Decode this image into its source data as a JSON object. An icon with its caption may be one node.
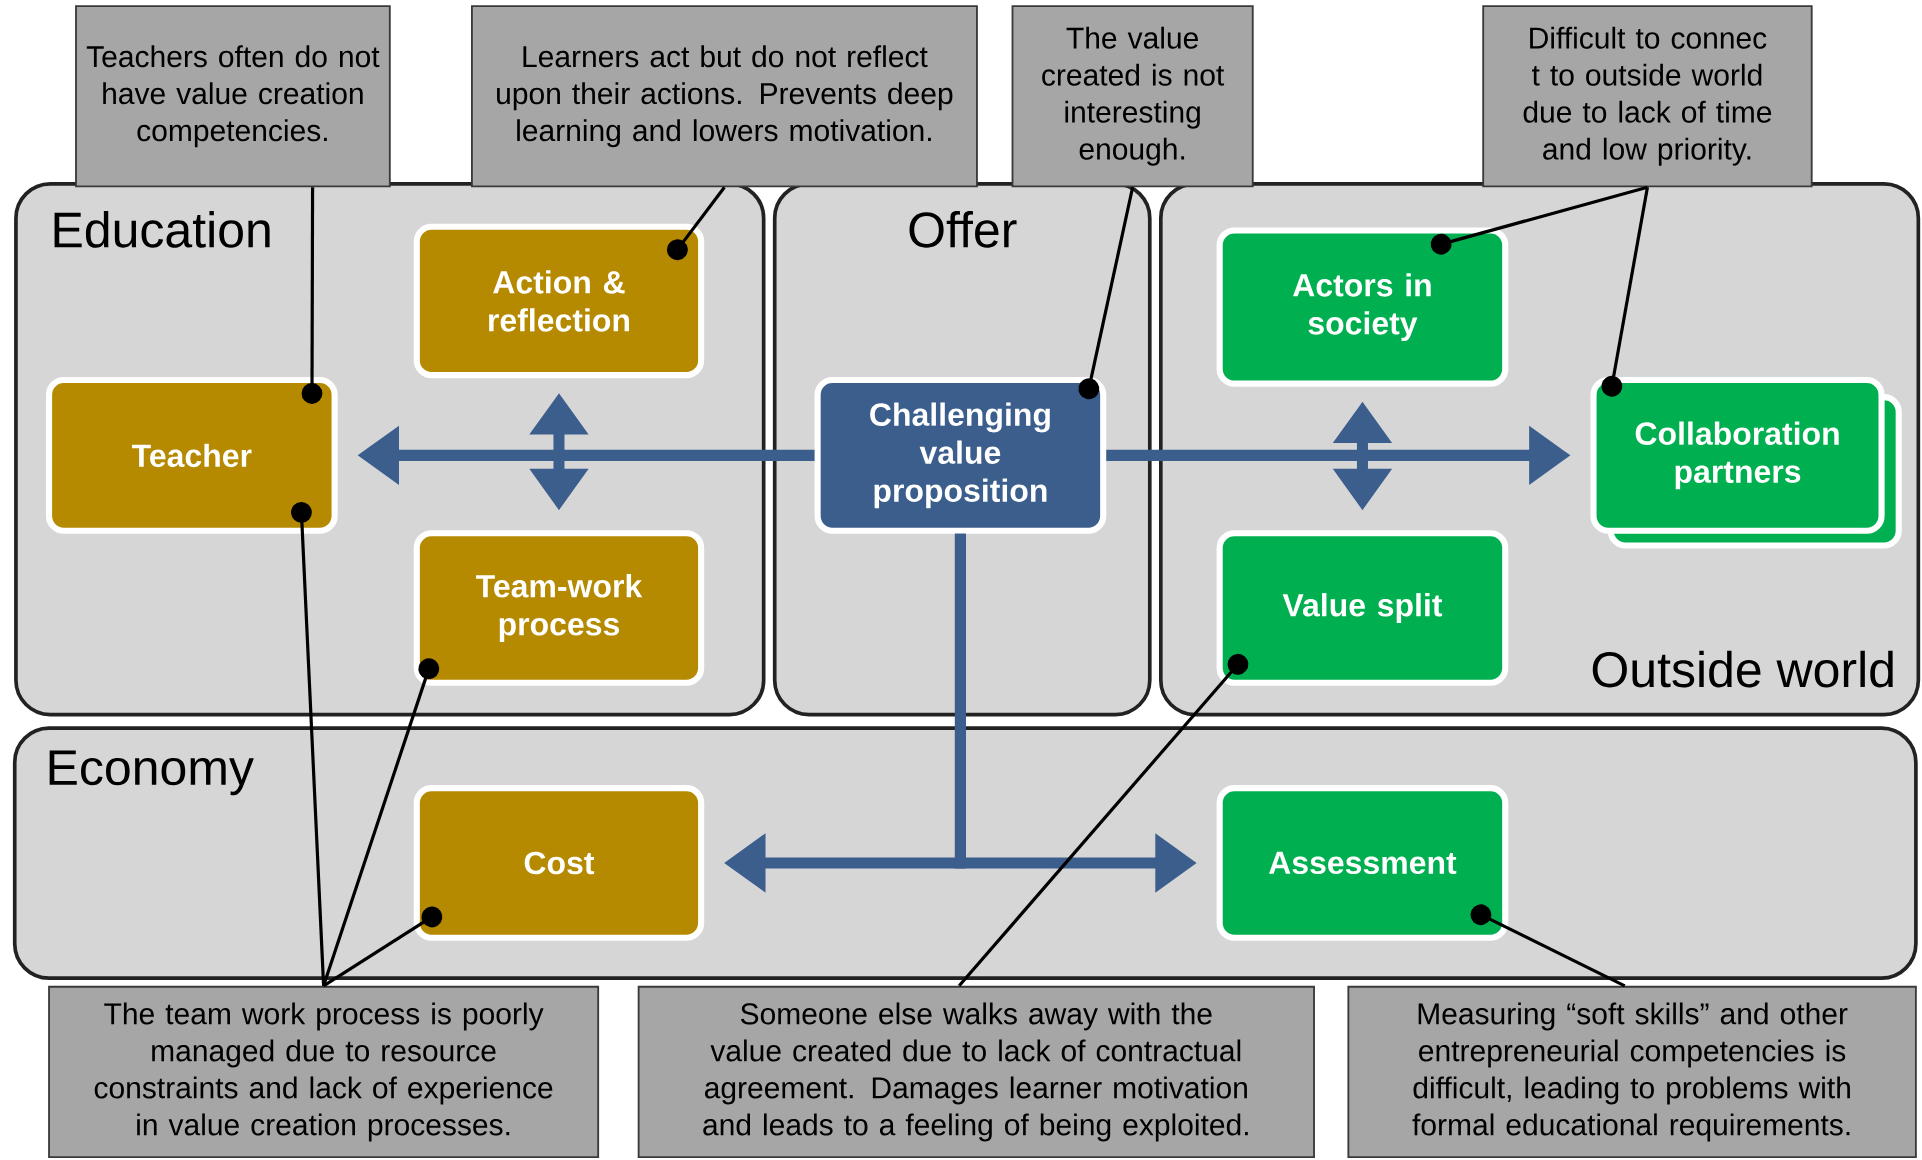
{
  "diagram": {
    "nodes": [
      {
        "text": [
          "Education"
        ]
      },
      {
        "text": [
          "Offer"
        ]
      },
      {
        "text": [
          "Outside world"
        ]
      },
      {
        "text": [
          "Economy"
        ]
      },
      {
        "text": [
          "Action & reflection"
        ],
        "in": 0
      },
      {
        "text": [
          "Teacher"
        ],
        "in": 0
      },
      {
        "text": [
          "Team-work process"
        ],
        "in": 0
      },
      {
        "text": [
          "Challenging value proposition"
        ],
        "in": 1
      },
      {
        "text": [
          "Actors in society"
        ],
        "in": 2
      },
      {
        "text": [
          "Collaboration partners"
        ],
        "in": 2
      },
      {
        "text": [
          "Value split"
        ],
        "in": 2
      },
      {
        "text": [
          "Cost"
        ],
        "in": 3
      },
      {
        "text": [
          "Assessment"
        ],
        "in": 3
      },
      {
        "text": [
          "Teachers often do not have value creation competencies."
        ]
      },
      {
        "text": [
          "Learners act but do not reflect upon their actions. Prevents deep learning and lowers motivation."
        ]
      },
      {
        "text": [
          "The value created is not interesting enough."
        ]
      },
      {
        "text": [
          "Difficult to connec t to outside world due to lack of time and low priority."
        ]
      },
      {
        "text": [
          "The team work process is poorly managed due to resource constraints and lack of experience in value creation processes."
        ]
      },
      {
        "text": [
          "Someone else walks away with the value created due to lack of contractual agreement. Damages learner motivation and leads to a feeling of being exploited."
        ]
      },
      {
        "text": [
          "Measuring “soft skills” and other entrepreneurial competencies is difficult, leading to problems with formal educational requirements."
        ]
      }
    ],
    "edges": [
      {
        "from": 7,
        "to": 5,
        "arrow": "to",
        "style": "thick",
        "color": "#3b5e8c"
      },
      {
        "from": 7,
        "to": 9,
        "arrow": "to",
        "style": "thick",
        "color": "#3b5e8c"
      },
      {
        "from": 4,
        "to": 6,
        "arrow": "both",
        "style": "thick",
        "color": "#3b5e8c"
      },
      {
        "from": 8,
        "to": 10,
        "arrow": "both",
        "style": "thick",
        "color": "#3b5e8c"
      },
      {
        "from": 7,
        "to": 11,
        "arrow": "to",
        "style": "thick",
        "color": "#3b5e8c"
      },
      {
        "from": 7,
        "to": 12,
        "arrow": "to",
        "style": "thick",
        "color": "#3b5e8c"
      },
      {
        "from": 13,
        "to": 5,
        "arrow": "other"
      },
      {
        "from": 14,
        "to": 4,
        "arrow": "other"
      },
      {
        "from": 15,
        "to": 7,
        "arrow": "other"
      },
      {
        "from": 16,
        "to": 8,
        "arrow": "other"
      },
      {
        "from": 16,
        "to": 9,
        "arrow": "other"
      },
      {
        "from": 17,
        "to": 5,
        "arrow": "other"
      },
      {
        "from": 17,
        "to": 6,
        "arrow": "other"
      },
      {
        "from": 17,
        "to": 11,
        "arrow": "other"
      },
      {
        "from": 18,
        "to": 10,
        "arrow": "other"
      },
      {
        "from": 19,
        "to": 12,
        "arrow": "other"
      }
    ]
  }
}
